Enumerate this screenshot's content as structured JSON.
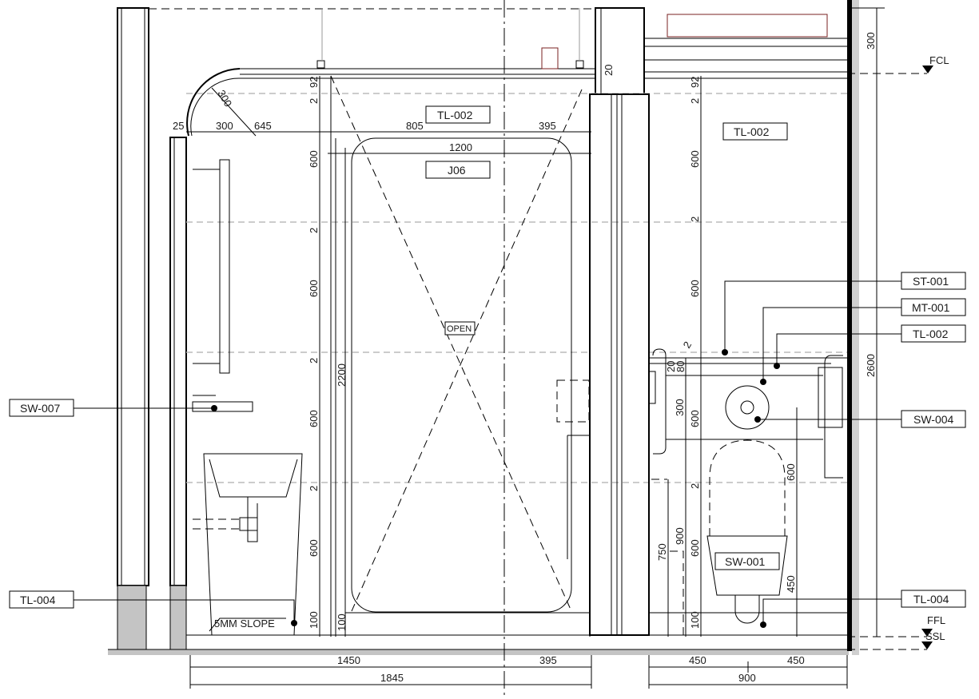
{
  "tags": {
    "tl002_center": "TL-002",
    "j06": "J06",
    "open": "OPEN",
    "tl002_right": "TL-002",
    "sw001": "SW-001",
    "st001": "ST-001",
    "mt001": "MT-001",
    "tl002_callout": "TL-002",
    "sw004": "SW-004",
    "tl004_right": "TL-004",
    "sw007": "SW-007",
    "tl004_left": "TL-004"
  },
  "notes": {
    "slope": "5MM SLOPE"
  },
  "levels": {
    "fcl": "FCL",
    "ffl": "FFL",
    "ssl": "SSL"
  },
  "dims": {
    "top_left": {
      "a": "25",
      "b": "300",
      "radius": "300",
      "c": "645"
    },
    "door_top": {
      "a": "805",
      "b": "395",
      "width": "1200"
    },
    "pipe": "20",
    "left_vertical": [
      "92",
      "2",
      "600",
      "2",
      "600",
      "2",
      "600",
      "2",
      "600",
      "100"
    ],
    "door_height": "2200",
    "right_vertical": [
      "92",
      "2",
      "600",
      "2",
      "600",
      "2",
      "600",
      "2",
      "600",
      "100"
    ],
    "wc": {
      "a": "2",
      "b": "20",
      "c": "80",
      "d": "300",
      "e": "900",
      "f": "750",
      "g": "600",
      "h": "450"
    },
    "overall": {
      "top": "300",
      "height": "2600"
    },
    "bottom": {
      "a": "1450",
      "b": "395",
      "c": "450",
      "d": "450",
      "e": "1845",
      "f": "900"
    }
  }
}
